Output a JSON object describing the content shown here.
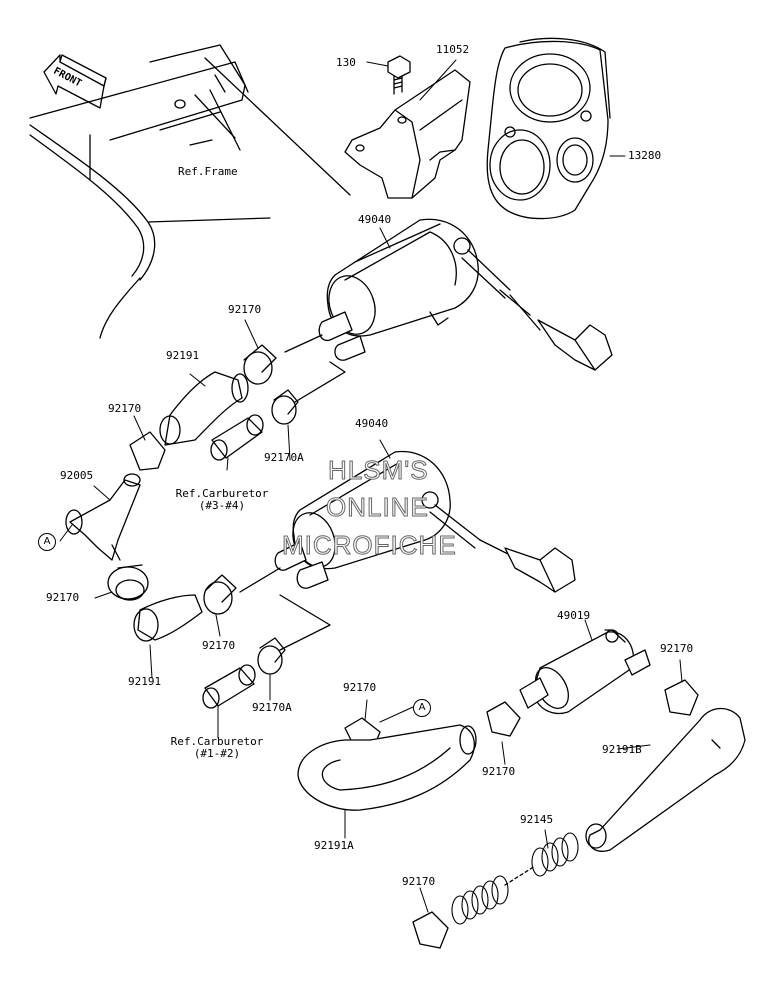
{
  "front_label": "FRONT",
  "ref_frame": "Ref.Frame",
  "ref_carb_34": {
    "line1": "Ref.Carburetor",
    "line2": "(#3-#4)"
  },
  "ref_carb_12": {
    "line1": "Ref.Carburetor",
    "line2": "(#1-#2)"
  },
  "callout_a": "A",
  "parts": {
    "p130": "130",
    "p11052": "11052",
    "p13280": "13280",
    "p49040_top": "49040",
    "p49040_mid": "49040",
    "p49019": "49019",
    "p92170_a": "92170",
    "p92191_a": "92191",
    "p92170_b": "92170",
    "p92170A_a": "92170A",
    "p92005": "92005",
    "p92170_c": "92170",
    "p92170_d": "92170",
    "p92191_b": "92191",
    "p92170A_b": "92170A",
    "p92170_e": "92170",
    "p92170_f": "92170",
    "p92170_g": "92170",
    "p92191B": "92191B",
    "p92191A": "92191A",
    "p92145": "92145",
    "p92170_h": "92170"
  },
  "watermark": {
    "line1": "HLSM'S",
    "line2": "ONLINE",
    "line3": "MICROFICHE"
  }
}
